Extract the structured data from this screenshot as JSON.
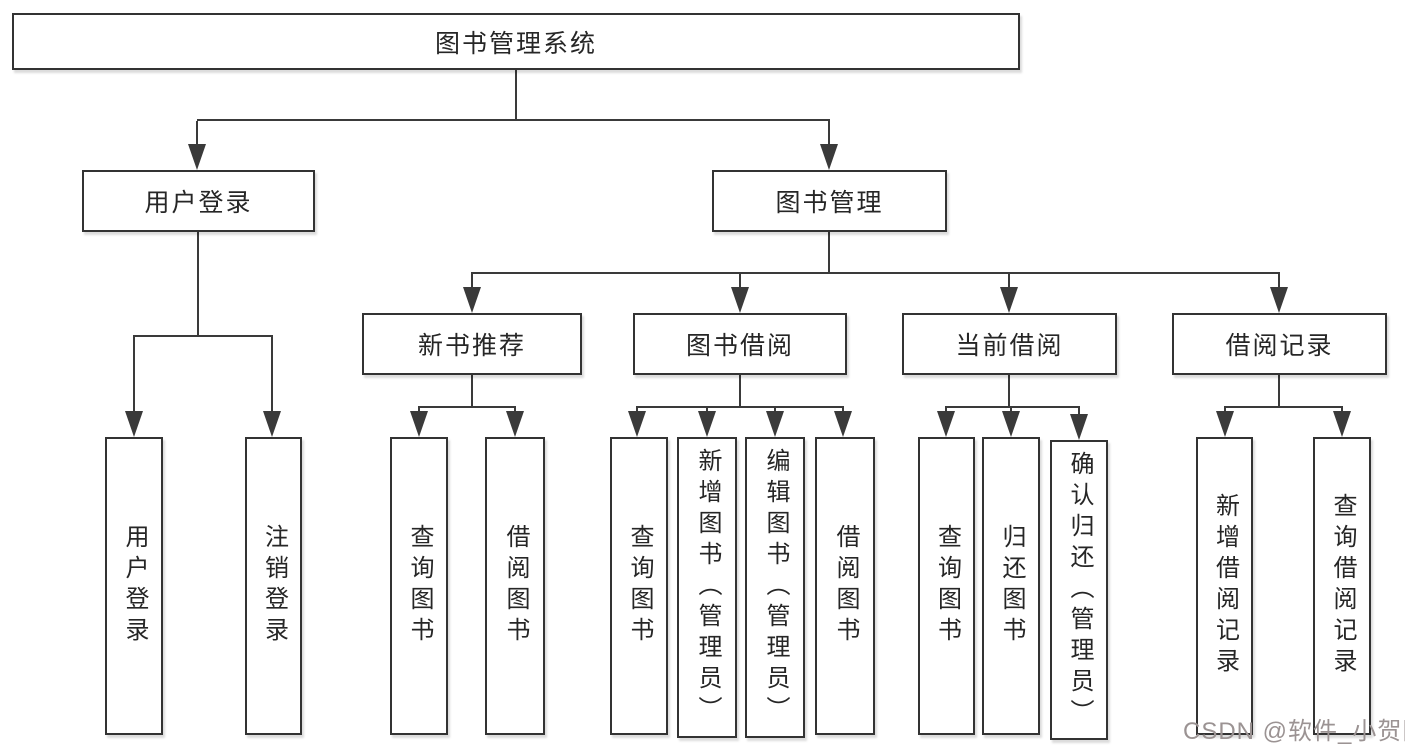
{
  "tree": {
    "root": "图书管理系统",
    "children": [
      {
        "label": "用户登录",
        "leaves": [
          "用户登录",
          "注销登录"
        ]
      },
      {
        "label": "图书管理",
        "groups": [
          {
            "label": "新书推荐",
            "leaves": [
              "查询图书",
              "借阅图书"
            ]
          },
          {
            "label": "图书借阅",
            "leaves": [
              "查询图书",
              "新增图书（管理员）",
              "编辑图书（管理员）",
              "借阅图书"
            ]
          },
          {
            "label": "当前借阅",
            "leaves": [
              "查询图书",
              "归还图书",
              "确认归还（管理员）"
            ]
          },
          {
            "label": "借阅记录",
            "leaves": [
              "新增借阅记录",
              "查询借阅记录"
            ]
          }
        ]
      }
    ]
  },
  "watermark": {
    "text": "CSDN @软件_小贺同学",
    "color": "#9b9393"
  },
  "colors": {
    "line": "#3a3a3a",
    "border": "#333333",
    "text": "#262626",
    "background": "#ffffff"
  }
}
